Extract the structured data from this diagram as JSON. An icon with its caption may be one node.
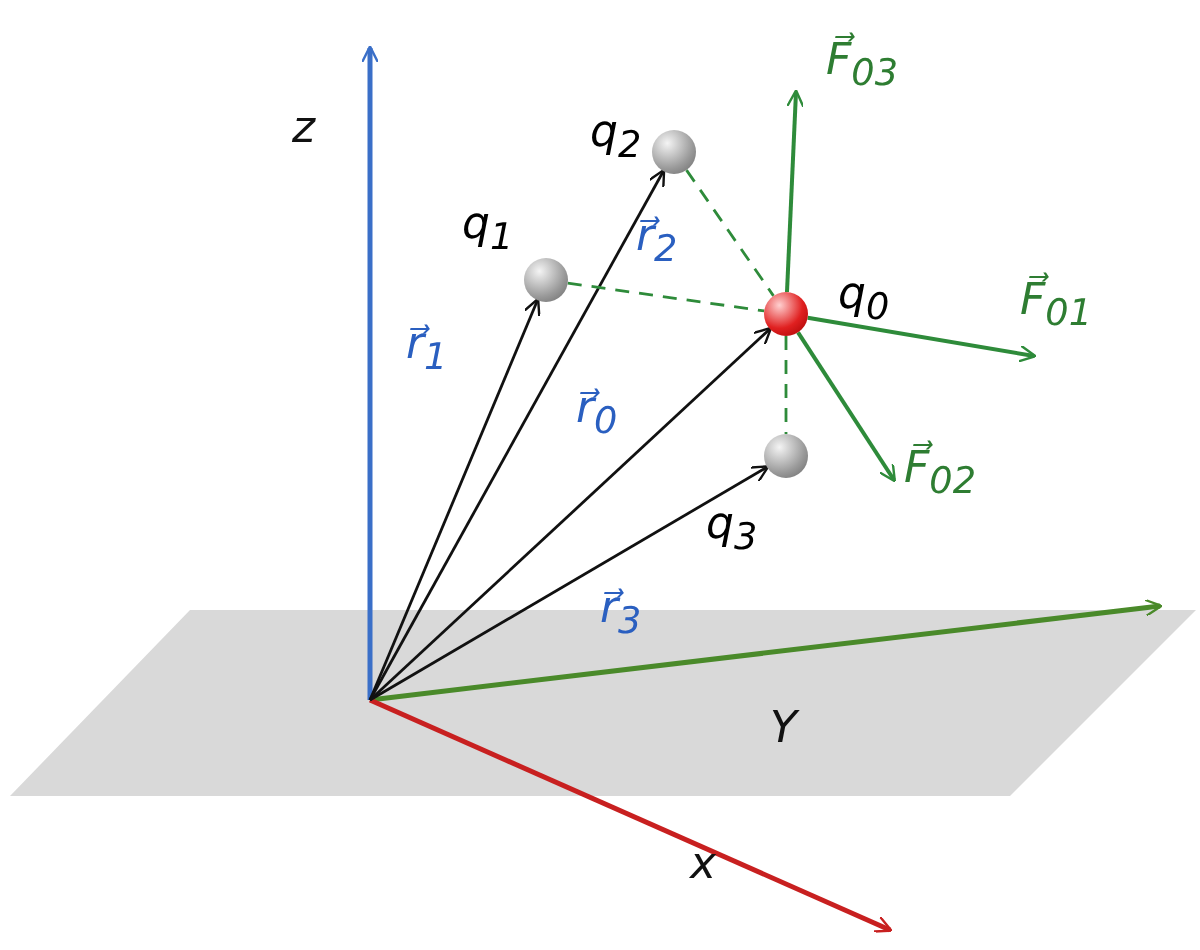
{
  "diagram": {
    "nodes": [
      {
        "text": [
          "q$_{2}$"
        ]
      },
      {
        "text": [
          "q$_{1}$"
        ]
      },
      {
        "text": [
          "q$_{0}$"
        ]
      },
      {
        "text": [
          "q$_{3}$"
        ]
      }
    ],
    "edges": [
      {
        "from": null,
        "to": 1,
        "arrow": "to",
        "label": "r⃗$_{1}$"
      },
      {
        "from": null,
        "to": 0,
        "arrow": "to",
        "label": "r⃗$_{2}$"
      },
      {
        "from": null,
        "to": 2,
        "arrow": "to",
        "label": "r⃗$_{0}$"
      },
      {
        "from": null,
        "to": 3,
        "arrow": "to",
        "label": "r⃗$_{3}$"
      },
      {
        "from": 0,
        "to": 2,
        "arrow": "none",
        "style": "dashed",
        "color": "#2e8b3a"
      },
      {
        "from": 1,
        "to": 2,
        "arrow": "none",
        "style": "dashed",
        "color": "#2e8b3a"
      },
      {
        "from": 2,
        "to": 3,
        "arrow": "none",
        "style": "dashed",
        "color": "#2e8b3a"
      }
    ],
    "labels": [
      "F⃗$_{03}$",
      "z",
      "F⃗$_{01}$",
      "F⃗$_{02}$",
      "Y",
      "x"
    ]
  }
}
